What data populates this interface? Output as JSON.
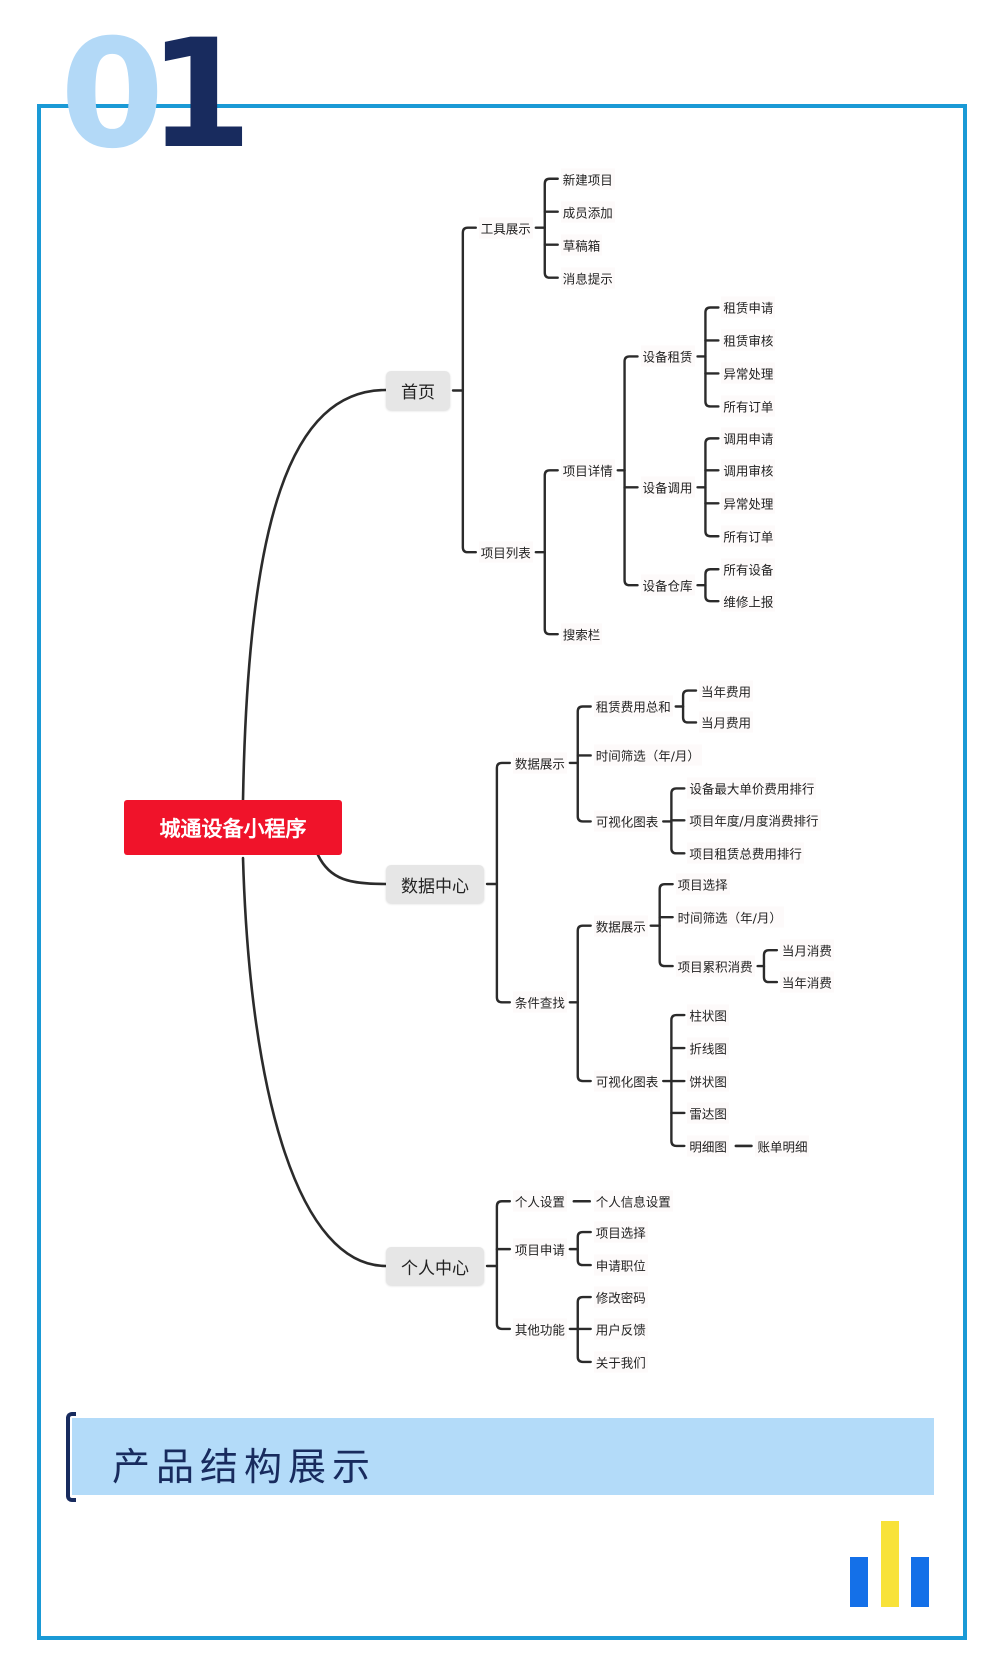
{
  "header": {
    "number_light": "0",
    "number_dark": "1"
  },
  "colors": {
    "frame": "#1a9ad6",
    "root": "#f0132a",
    "navy": "#182b5e",
    "light_blue": "#b3dbf9",
    "bar_blue": "#1470e8",
    "bar_yellow": "#f8e23a"
  },
  "mindmap": {
    "root": "城通设备小程序",
    "branches": [
      {
        "label": "首页",
        "children": [
          {
            "label": "工具展示",
            "children": [
              {
                "label": "新建项目"
              },
              {
                "label": "成员添加"
              },
              {
                "label": "草稿箱"
              },
              {
                "label": "消息提示"
              }
            ]
          },
          {
            "label": "项目列表",
            "children": [
              {
                "label": "项目详情",
                "children": [
                  {
                    "label": "设备租赁",
                    "children": [
                      {
                        "label": "租赁申请"
                      },
                      {
                        "label": "租赁审核"
                      },
                      {
                        "label": "异常处理"
                      },
                      {
                        "label": "所有订单"
                      }
                    ]
                  },
                  {
                    "label": "设备调用",
                    "children": [
                      {
                        "label": "调用申请"
                      },
                      {
                        "label": "调用审核"
                      },
                      {
                        "label": "异常处理"
                      },
                      {
                        "label": "所有订单"
                      }
                    ]
                  },
                  {
                    "label": "设备仓库",
                    "children": [
                      {
                        "label": "所有设备"
                      },
                      {
                        "label": "维修上报"
                      }
                    ]
                  }
                ]
              },
              {
                "label": "搜索栏"
              }
            ]
          }
        ]
      },
      {
        "label": "数据中心",
        "children": [
          {
            "label": "数据展示",
            "children": [
              {
                "label": "租赁费用总和",
                "children": [
                  {
                    "label": "当年费用"
                  },
                  {
                    "label": "当月费用"
                  }
                ]
              },
              {
                "label": "时间筛选（年/月）"
              },
              {
                "label": "可视化图表",
                "children": [
                  {
                    "label": "设备最大单价费用排行"
                  },
                  {
                    "label": "项目年度/月度消费排行"
                  },
                  {
                    "label": "项目租赁总费用排行"
                  }
                ]
              }
            ]
          },
          {
            "label": "条件查找",
            "children": [
              {
                "label": "数据展示",
                "children": [
                  {
                    "label": "项目选择"
                  },
                  {
                    "label": "时间筛选（年/月）"
                  },
                  {
                    "label": "项目累积消费",
                    "children": [
                      {
                        "label": "当月消费"
                      },
                      {
                        "label": "当年消费"
                      }
                    ]
                  }
                ]
              },
              {
                "label": "可视化图表",
                "children": [
                  {
                    "label": "柱状图"
                  },
                  {
                    "label": "折线图"
                  },
                  {
                    "label": "饼状图"
                  },
                  {
                    "label": "雷达图"
                  },
                  {
                    "label": "明细图",
                    "children": [
                      {
                        "label": "账单明细"
                      }
                    ]
                  }
                ]
              }
            ]
          }
        ]
      },
      {
        "label": "个人中心",
        "children": [
          {
            "label": "个人设置",
            "children": [
              {
                "label": "个人信息设置"
              }
            ]
          },
          {
            "label": "项目申请",
            "children": [
              {
                "label": "项目选择"
              },
              {
                "label": "申请职位"
              }
            ]
          },
          {
            "label": "其他功能",
            "children": [
              {
                "label": "修改密码"
              },
              {
                "label": "用户反馈"
              },
              {
                "label": "关于我们"
              }
            ]
          }
        ]
      }
    ]
  },
  "section": {
    "title": "产品结构展示"
  }
}
